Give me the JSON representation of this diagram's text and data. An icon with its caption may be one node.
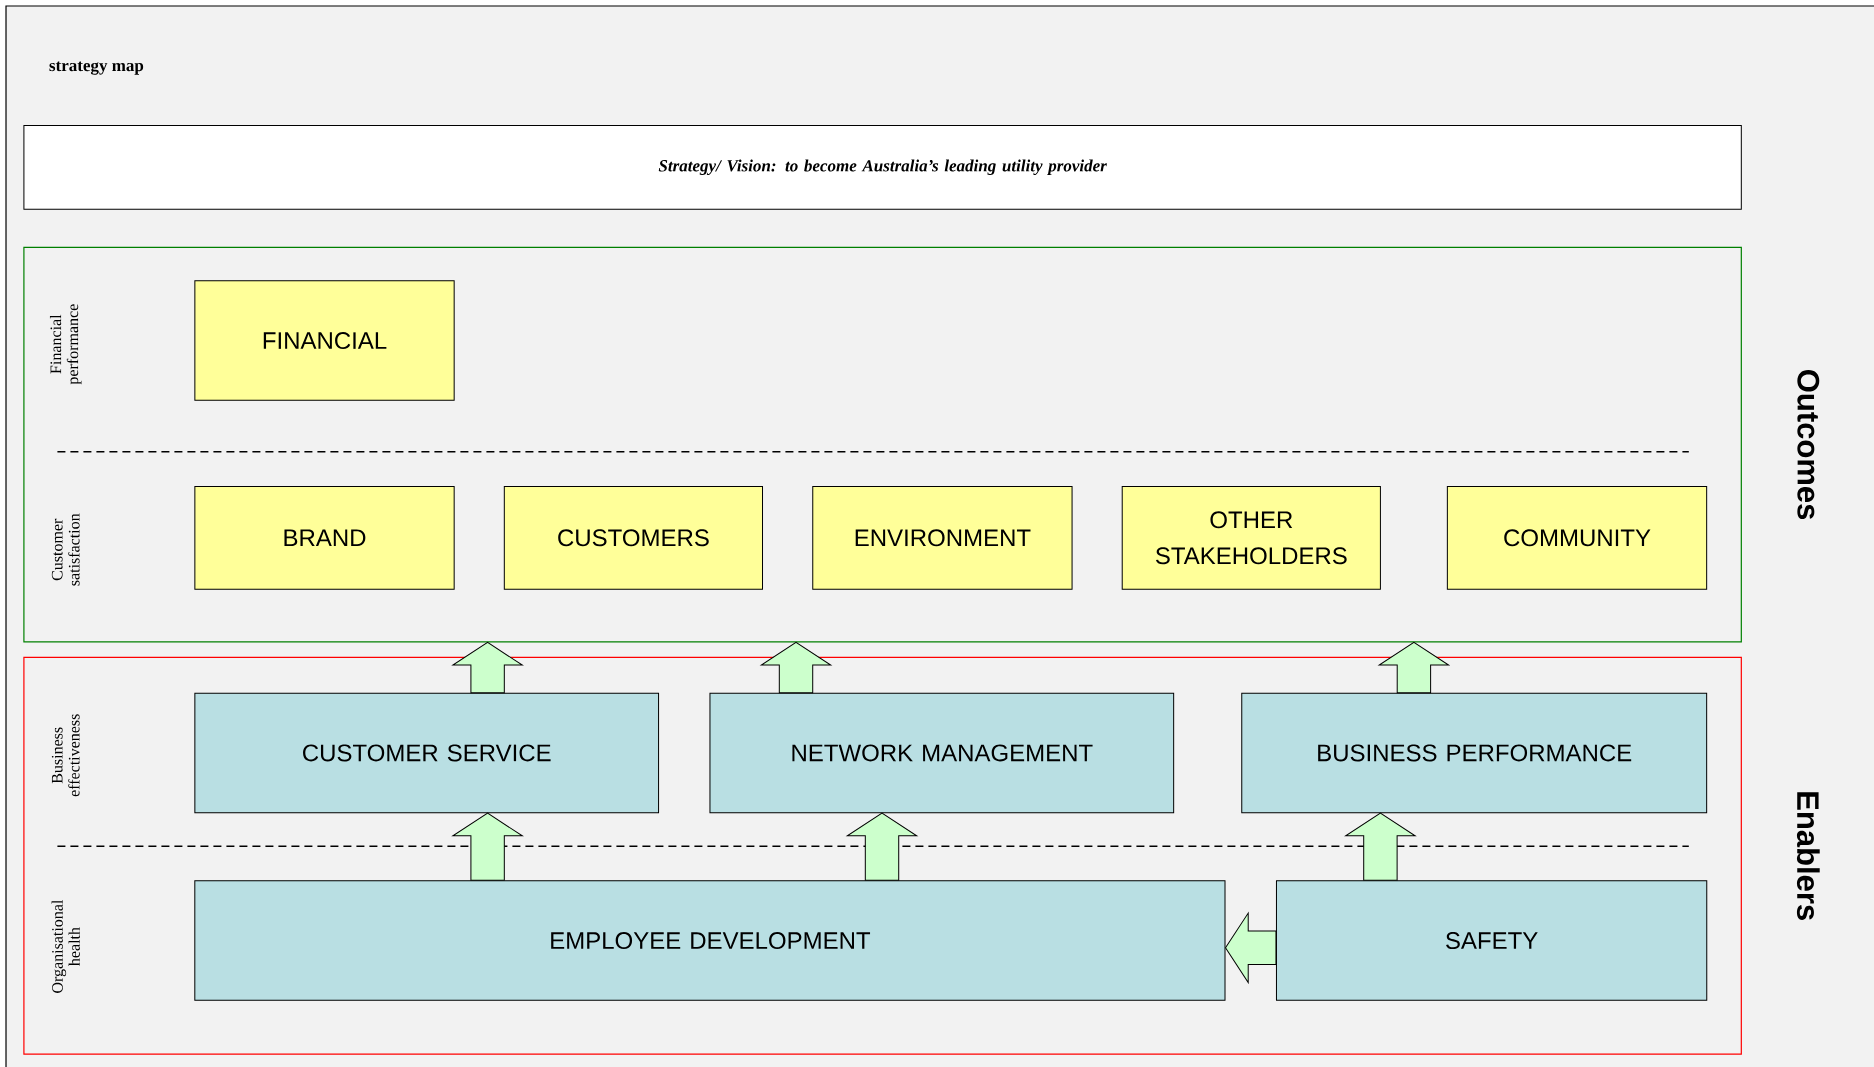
{
  "diagram": {
    "title": "strategy map",
    "nodes": [
      {
        "text": [
          "Strategy/ Vision: to become Australia’s leading utility provider"
        ]
      },
      {
        "text": [
          "Outcomes"
        ]
      },
      {
        "text": [
          "FINANCIAL"
        ],
        "in": 1
      },
      {
        "text": [
          "BRAND"
        ],
        "in": 1
      },
      {
        "text": [
          "CUSTOMERS"
        ],
        "in": 1
      },
      {
        "text": [
          "ENVIRONMENT"
        ],
        "in": 1
      },
      {
        "text": [
          "OTHER STAKEHOLDERS"
        ],
        "in": 1
      },
      {
        "text": [
          "COMMUNITY"
        ],
        "in": 1
      },
      {
        "text": [
          "Enablers"
        ]
      },
      {
        "text": [
          "CUSTOMER SERVICE"
        ],
        "in": 8
      },
      {
        "text": [
          "NETWORK MANAGEMENT"
        ],
        "in": 8
      },
      {
        "text": [
          "BUSINESS PERFORMANCE"
        ],
        "in": 8
      },
      {
        "text": [
          "EMPLOYEE DEVELOPMENT"
        ],
        "in": 8
      },
      {
        "text": [
          "SAFETY"
        ],
        "in": 8
      }
    ],
    "edges": [
      {
        "from": 9,
        "to": 1,
        "arrow": "to"
      },
      {
        "from": 10,
        "to": 1,
        "arrow": "to"
      },
      {
        "from": 11,
        "to": 1,
        "arrow": "to"
      },
      {
        "from": 12,
        "to": 9,
        "arrow": "to"
      },
      {
        "from": 12,
        "to": 10,
        "arrow": "to"
      },
      {
        "from": 13,
        "to": 11,
        "arrow": "to"
      },
      {
        "from": 13,
        "to": 12,
        "arrow": "to"
      }
    ],
    "labels": [
      "Financial performance",
      "Customer satisfaction",
      "Business effectiveness",
      "Organisational health"
    ]
  }
}
